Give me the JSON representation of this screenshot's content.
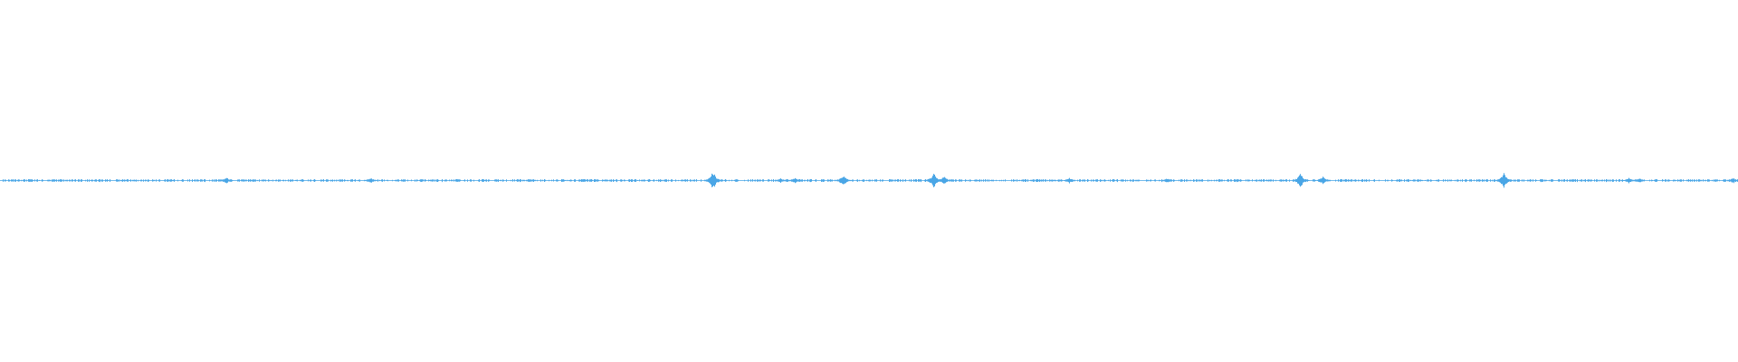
{
  "waveform": {
    "color": "#4aa6e6",
    "background": "#ffffff",
    "bursts": [
      {
        "at": 0.13,
        "level": 0.35
      },
      {
        "at": 0.213,
        "level": 0.3
      },
      {
        "at": 0.41,
        "level": 1.0
      },
      {
        "at": 0.449,
        "level": 0.25
      },
      {
        "at": 0.457,
        "level": 0.3
      },
      {
        "at": 0.485,
        "level": 0.6
      },
      {
        "at": 0.537,
        "level": 0.8
      },
      {
        "at": 0.543,
        "level": 0.45
      },
      {
        "at": 0.615,
        "level": 0.3
      },
      {
        "at": 0.671,
        "level": 0.25
      },
      {
        "at": 0.748,
        "level": 0.75
      },
      {
        "at": 0.761,
        "level": 0.45
      },
      {
        "at": 0.865,
        "level": 0.8
      },
      {
        "at": 0.937,
        "level": 0.3
      },
      {
        "at": 0.943,
        "level": 0.25
      },
      {
        "at": 0.997,
        "level": 0.3
      }
    ]
  }
}
